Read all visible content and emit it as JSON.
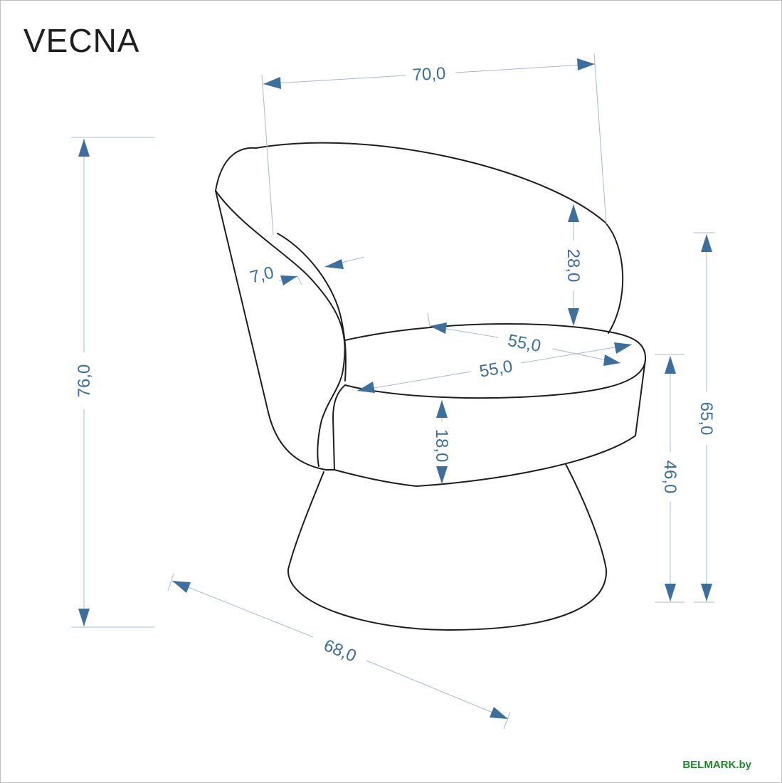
{
  "product": {
    "name": "VECNA"
  },
  "watermark": {
    "text": "BELMARK.by"
  },
  "dimensions": {
    "width": "70,0",
    "height_total": "76,0",
    "depth": "68,0",
    "backrest_height": "28,0",
    "armrest_thickness": "7,0",
    "seat_depth": "55,0",
    "seat_width": "55,0",
    "seat_thickness": "18,0",
    "seat_height": "46,0",
    "armrest_height": "65,0"
  },
  "colors": {
    "dimension": "#3c6e9e",
    "outline": "#1e1e1e",
    "brand": "#1f8a2a"
  }
}
